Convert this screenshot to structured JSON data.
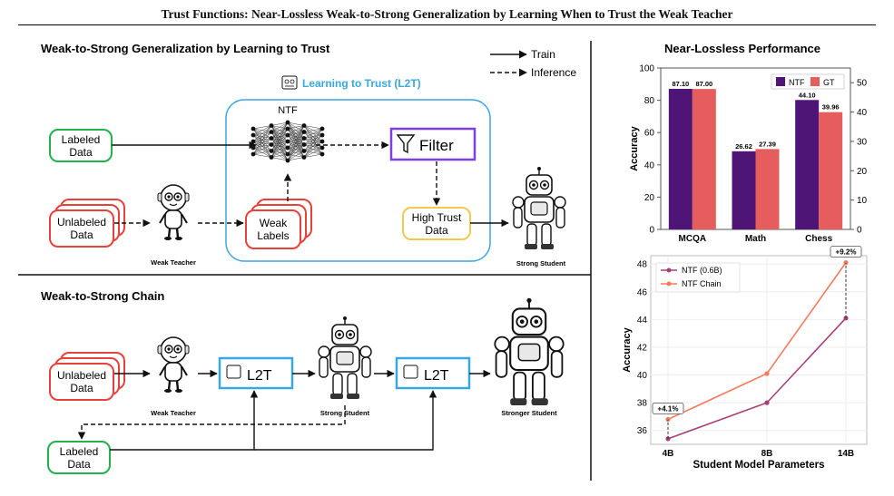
{
  "header": {
    "title": "Trust Functions: Near-Lossless Weak-to-Strong Generalization by Learning When to Trust the Weak Teacher"
  },
  "top_panel": {
    "title": "Weak-to-Strong Generalization by Learning to Trust",
    "legend": {
      "train": "Train",
      "inference": "Inference"
    },
    "l2t_title": "Learning to Trust (L2T)",
    "ntf": "NTF",
    "filter": "Filter",
    "labeled_data": [
      "Labeled",
      "Data"
    ],
    "unlabeled_data": [
      "Unlabeled",
      "Data"
    ],
    "weak_labels": [
      "Weak",
      "Labels"
    ],
    "high_trust_data": [
      "High Trust",
      "Data"
    ],
    "weak_teacher": "Weak Teacher",
    "strong_student": "Strong Student"
  },
  "bottom_panel": {
    "title": "Weak-to-Strong Chain",
    "unlabeled_data": [
      "Unlabeled",
      "Data"
    ],
    "labeled_data": [
      "Labeled",
      "Data"
    ],
    "l2t_box": "L2T",
    "weak_teacher": "Weak Teacher",
    "strong_student": "Strong Student",
    "stronger_student": "Stronger Student"
  },
  "right_panel": {
    "title": "Near-Lossless Performance"
  },
  "colors": {
    "green": "#22b24c",
    "red": "#e8413c",
    "blue": "#3aa7e0",
    "purple": "#7b3fe4",
    "yellow": "#f2c94c",
    "ntf_bar": "#4e1577",
    "gt_bar": "#e65d5d",
    "line_ntf": "#a73f79",
    "line_chain": "#f47c5e"
  },
  "chart_data": [
    {
      "type": "bar",
      "categories": [
        "MCQA",
        "Math",
        "Chess"
      ],
      "series": [
        {
          "name": "NTF",
          "values": [
            87.1,
            26.62,
            44.1
          ]
        },
        {
          "name": "GT",
          "values": [
            87.0,
            27.39,
            39.96
          ]
        }
      ],
      "value_labels": {
        "NTF": [
          "87.10",
          "26.62",
          "44.10"
        ],
        "GT": [
          "87.00",
          "27.39",
          "39.96"
        ]
      },
      "ylabel": "Accuracy",
      "left_axis": {
        "ylim": [
          0,
          100
        ],
        "ticks": [
          "0",
          "20",
          "40",
          "60",
          "80",
          "100"
        ]
      },
      "right_axis": {
        "ylim": [
          0,
          55
        ],
        "ticks": [
          "0",
          "10",
          "20",
          "30",
          "40",
          "50"
        ]
      },
      "axis_for_category": [
        "left",
        "right",
        "right"
      ],
      "legend": "top-right"
    },
    {
      "type": "line",
      "x": [
        "4B",
        "8B",
        "14B"
      ],
      "series": [
        {
          "name": "NTF (0.6B)",
          "values": [
            35.4,
            38.0,
            44.1
          ]
        },
        {
          "name": "NTF Chain",
          "values": [
            36.8,
            40.1,
            48.1
          ]
        }
      ],
      "annotations": [
        "+4.1%",
        "+9.2%"
      ],
      "xlabel": "Student Model Parameters",
      "ylabel": "Accuracy",
      "ylim": [
        35,
        48.6
      ],
      "yticks": [
        "36",
        "38",
        "40",
        "42",
        "44",
        "46",
        "48"
      ],
      "grid": true,
      "legend": "top-left"
    }
  ]
}
